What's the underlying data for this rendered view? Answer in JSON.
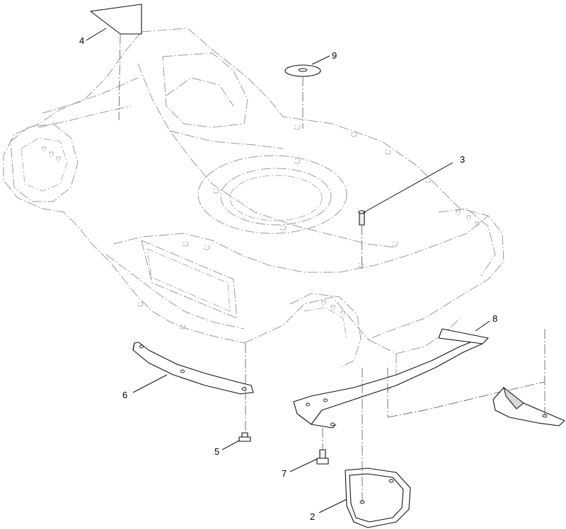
{
  "callouts": [
    {
      "id": "c4",
      "label": "4"
    },
    {
      "id": "c9",
      "label": "9"
    },
    {
      "id": "c3",
      "label": "3"
    },
    {
      "id": "c8",
      "label": "8"
    },
    {
      "id": "c6",
      "label": "6"
    },
    {
      "id": "c5",
      "label": "5"
    },
    {
      "id": "c7",
      "label": "7"
    },
    {
      "id": "c2",
      "label": "2"
    }
  ],
  "colors": {
    "line": "#111111",
    "ghost": "#9a9a9a",
    "background": "#ffffff"
  }
}
